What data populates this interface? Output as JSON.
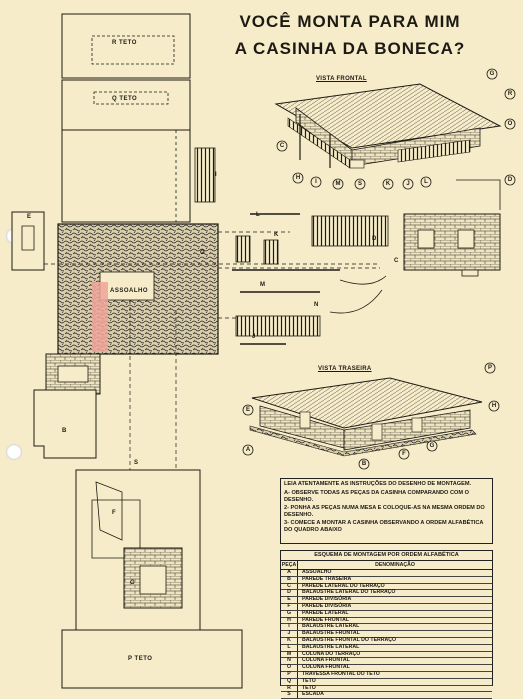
{
  "title": {
    "line1": "VOCÊ MONTA PARA MIM",
    "line2": "A CASINHA DA BONECA?"
  },
  "views": {
    "front": "VISTA FRONTAL",
    "back": "VISTA TRASEIRA"
  },
  "pieces": {
    "r_teto": "R TETO",
    "q_teto": "Q TETO",
    "p_teto": "P TETO",
    "assoalho": "ASSOALHO",
    "a": "A",
    "b": "B",
    "c": "C",
    "d": "D",
    "e": "E",
    "f": "F",
    "g": "G",
    "h": "H",
    "i": "I",
    "j": "J",
    "k": "K",
    "l": "L",
    "m": "M",
    "n": "N",
    "o": "O",
    "s": "S"
  },
  "callouts": {
    "front": [
      "G",
      "R",
      "O",
      "C",
      "H",
      "I",
      "M",
      "S",
      "K",
      "J",
      "L",
      "D"
    ],
    "back": [
      "P",
      "E",
      "H",
      "A",
      "B",
      "F",
      "G"
    ]
  },
  "instructions": {
    "heading": "LEIA ATENTAMENTE AS INSTRUÇÕES DO DESENHO DE MONTAGEM.",
    "items": [
      "A- OBSERVE TODAS AS PEÇAS DA CASINHA COMPARANDO COM O DESENHO.",
      "2- PONHA AS PEÇAS NUMA MESA E COLOQUE-AS NA MESMA ORDEM DO DESENHO.",
      "3- COMECE A MONTAR A CASINHA OBSERVANDO A ORDEM ALFABÉTICA DO QUADRO ABAIXO"
    ]
  },
  "table": {
    "title": "ESQUEMA DE MONTAGEM POR ORDEM ALFABÉTICA",
    "col_peca": "PEÇA",
    "col_denominacao": "DENOMINAÇÃO",
    "rows": [
      {
        "peca": "A",
        "nome": "ASSOALHO"
      },
      {
        "peca": "B",
        "nome": "PAREDE TRASEIRA"
      },
      {
        "peca": "C",
        "nome": "PAREDE LATERAL DO TERRAÇO"
      },
      {
        "peca": "D",
        "nome": "BALAUSTRE LATERAL DO TERRAÇO"
      },
      {
        "peca": "E",
        "nome": "PAREDE DIVISÓRIA"
      },
      {
        "peca": "F",
        "nome": "PAREDE DIVISÓRIA"
      },
      {
        "peca": "G",
        "nome": "PAREDE LATERAL"
      },
      {
        "peca": "H",
        "nome": "PAREDE FRONTAL"
      },
      {
        "peca": "I",
        "nome": "BALAUSTRE LATERAL"
      },
      {
        "peca": "J",
        "nome": "BALAUSTRE FRONTAL"
      },
      {
        "peca": "K",
        "nome": "BALAUSTRE FRONTAL DO TERRAÇO"
      },
      {
        "peca": "L",
        "nome": "BALAUSTRE LATERAL"
      },
      {
        "peca": "M",
        "nome": "COLUNA DO TERRAÇO"
      },
      {
        "peca": "N",
        "nome": "COLUNA FRONTAL"
      },
      {
        "peca": "O",
        "nome": "COLUNA FRONTAL"
      },
      {
        "peca": "P",
        "nome": "TRAVESSA FRONTAL DO TETO"
      },
      {
        "peca": "Q",
        "nome": "TETO"
      },
      {
        "peca": "R",
        "nome": "TETO"
      },
      {
        "peca": "S",
        "nome": "ESCADA"
      }
    ]
  }
}
